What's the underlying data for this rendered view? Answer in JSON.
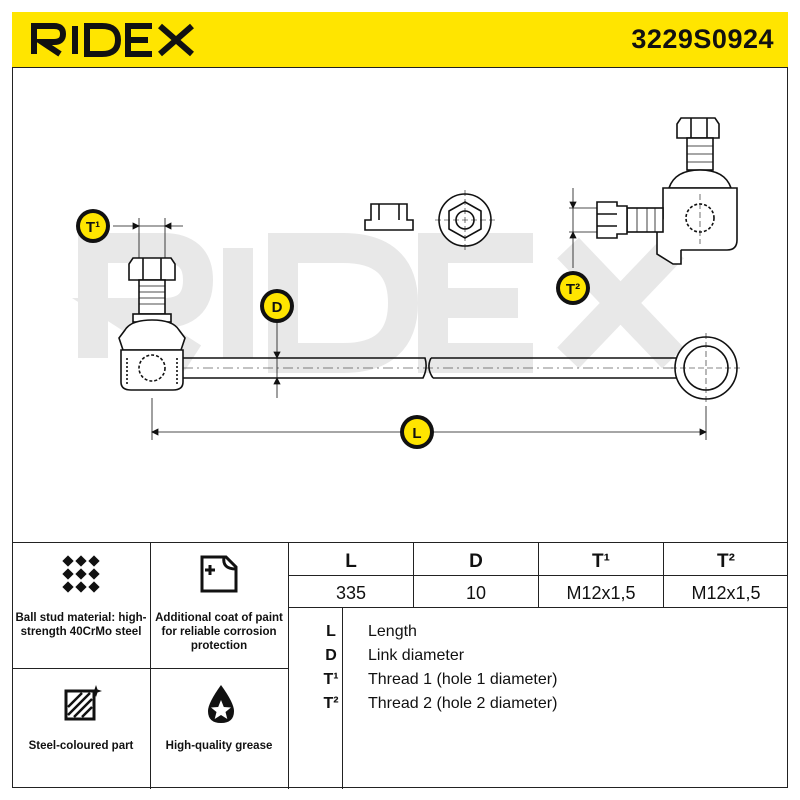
{
  "header": {
    "brand": "RIDEX",
    "part_number": "3229S0924"
  },
  "watermark": "RIDEX",
  "drawing": {
    "labels": {
      "t1": "T¹",
      "t2": "T²",
      "d": "D",
      "l": "L"
    }
  },
  "features": [
    {
      "icon": "ball-stud-material-icon",
      "text": "Ball stud material: high-strength 40CrMo steel"
    },
    {
      "icon": "paint-coat-icon",
      "text": "Additional coat of paint for reliable corrosion protection"
    },
    {
      "icon": "steel-coloured-icon",
      "text": "Steel-coloured part"
    },
    {
      "icon": "grease-drop-icon",
      "text": "High-quality grease"
    }
  ],
  "spec_table": {
    "columns": [
      "L",
      "D",
      "T¹",
      "T²"
    ],
    "values": [
      "335",
      "10",
      "M12x1,5",
      "M12x1,5"
    ]
  },
  "legend": [
    {
      "key": "L",
      "desc": "Length"
    },
    {
      "key": "D",
      "desc": "Link diameter"
    },
    {
      "key": "T¹",
      "desc": "Thread 1 (hole 1 diameter)"
    },
    {
      "key": "T²",
      "desc": "Thread 2 (hole 2 diameter)"
    }
  ],
  "colors": {
    "accent": "#ffe500",
    "ink": "#111111",
    "watermark": "#e6e6e6"
  }
}
